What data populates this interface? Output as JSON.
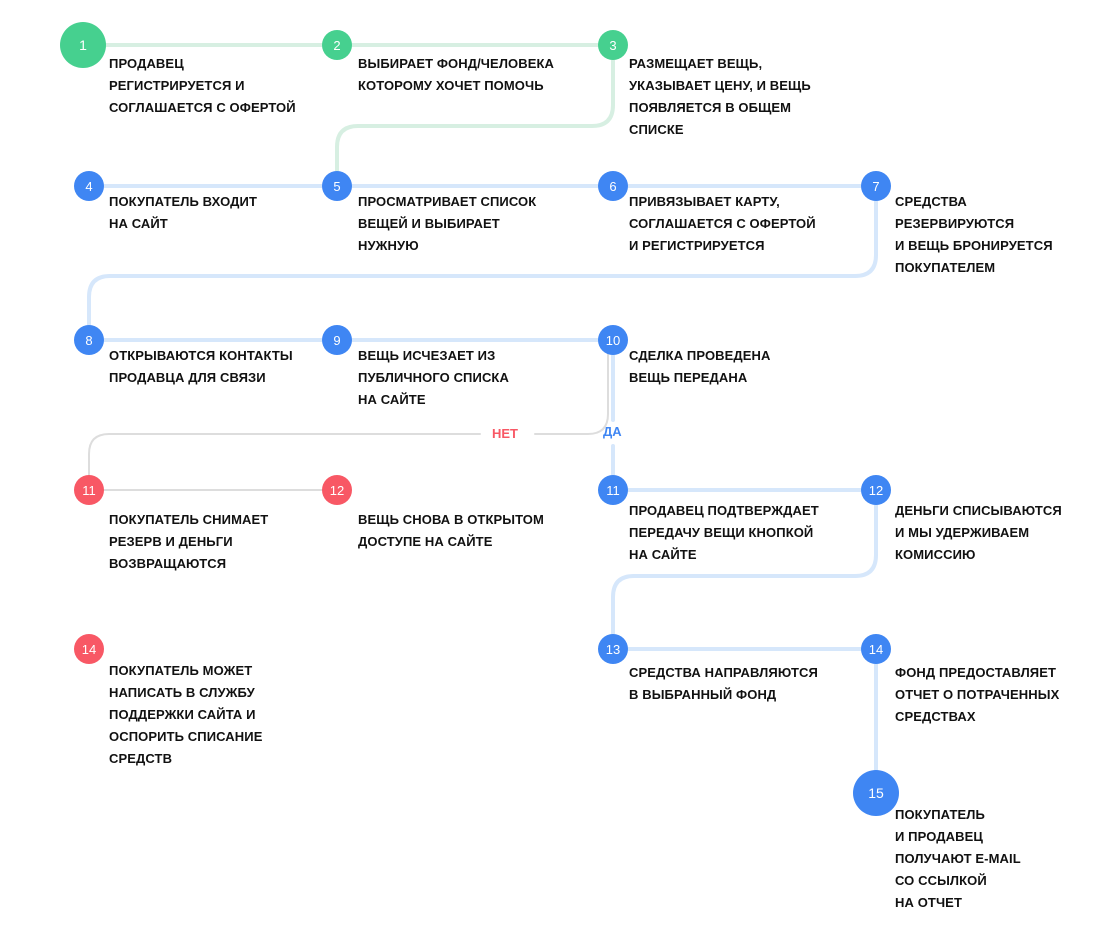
{
  "colors": {
    "green": "#46d08f",
    "blue": "#3f86f3",
    "red": "#f85865",
    "line_green": "#d7efe2",
    "line_blue": "#d6e7fb",
    "line_grey": "#dddddd"
  },
  "branches": {
    "no": "НЕТ",
    "yes": "ДА"
  },
  "steps": [
    {
      "id": "s1",
      "num": "1",
      "color": "green",
      "label": "ПРОДАВЕЦ\nРЕГИСТРИРУЕТСЯ И\nСОГЛАШАЕТСЯ С ОФЕРТОЙ"
    },
    {
      "id": "s2",
      "num": "2",
      "color": "green",
      "label": "ВЫБИРАЕТ ФОНД/ЧЕЛОВЕКА\nКОТОРОМУ ХОЧЕТ ПОМОЧЬ"
    },
    {
      "id": "s3",
      "num": "3",
      "color": "green",
      "label": "РАЗМЕЩАЕТ ВЕЩЬ,\nУКАЗЫВАЕТ ЦЕНУ, И ВЕЩЬ\nПОЯВЛЯЕТСЯ В ОБЩЕМ\nСПИСКЕ"
    },
    {
      "id": "s4",
      "num": "4",
      "color": "blue",
      "label": "ПОКУПАТЕЛЬ ВХОДИТ\nНА САЙТ"
    },
    {
      "id": "s5",
      "num": "5",
      "color": "blue",
      "label": "ПРОСМАТРИВАЕТ СПИСОК\nВЕЩЕЙ И ВЫБИРАЕТ\nНУЖНУЮ"
    },
    {
      "id": "s6",
      "num": "6",
      "color": "blue",
      "label": "ПРИВЯЗЫВАЕТ КАРТУ,\nСОГЛАШАЕТСЯ С ОФЕРТОЙ\nИ РЕГИСТРИРУЕТСЯ"
    },
    {
      "id": "s7",
      "num": "7",
      "color": "blue",
      "label": "СРЕДСТВА\nРЕЗЕРВИРУЮТСЯ\nИ ВЕЩЬ БРОНИРУЕТСЯ\nПОКУПАТЕЛЕМ"
    },
    {
      "id": "s8",
      "num": "8",
      "color": "blue",
      "label": "ОТКРЫВАЮТСЯ КОНТАКТЫ\nПРОДАВЦА ДЛЯ СВЯЗИ"
    },
    {
      "id": "s9",
      "num": "9",
      "color": "blue",
      "label": "ВЕЩЬ ИСЧЕЗАЕТ ИЗ\nПУБЛИЧНОГО СПИСКА\nНА САЙТЕ"
    },
    {
      "id": "s10",
      "num": "10",
      "color": "blue",
      "label": "СДЕЛКА ПРОВЕДЕНА\nВЕЩЬ ПЕРЕДАНА"
    },
    {
      "id": "s11n",
      "num": "11",
      "color": "red",
      "label": "ПОКУПАТЕЛЬ СНИМАЕТ\nРЕЗЕРВ И ДЕНЬГИ\nВОЗВРАЩАЮТСЯ"
    },
    {
      "id": "s12n",
      "num": "12",
      "color": "red",
      "label": "ВЕЩЬ СНОВА В ОТКРЫТОМ\nДОСТУПЕ НА САЙТЕ"
    },
    {
      "id": "s14n",
      "num": "14",
      "color": "red",
      "label": "ПОКУПАТЕЛЬ МОЖЕТ\nНАПИСАТЬ В СЛУЖБУ\nПОДДЕРЖКИ САЙТА И\nОСПОРИТЬ СПИСАНИЕ\nСРЕДСТВ"
    },
    {
      "id": "s11y",
      "num": "11",
      "color": "blue",
      "label": "ПРОДАВЕЦ ПОДТВЕРЖДАЕТ\nПЕРЕДАЧУ ВЕЩИ КНОПКОЙ\nНА САЙТЕ"
    },
    {
      "id": "s12y",
      "num": "12",
      "color": "blue",
      "label": "ДЕНЬГИ СПИСЫВАЮТСЯ\nИ МЫ УДЕРЖИВАЕМ\nКОМИССИЮ"
    },
    {
      "id": "s13",
      "num": "13",
      "color": "blue",
      "label": "СРЕДСТВА НАПРАВЛЯЮТСЯ\nВ ВЫБРАННЫЙ ФОНД"
    },
    {
      "id": "s14y",
      "num": "14",
      "color": "blue",
      "label": "ФОНД ПРЕДОСТАВЛЯЕТ\nОТЧЕТ О ПОТРАЧЕННЫХ\nСРЕДСТВАХ"
    },
    {
      "id": "s15",
      "num": "15",
      "color": "blue",
      "label": "ПОКУПАТЕЛЬ\nИ ПРОДАВЕЦ\nПОЛУЧАЮТ E-MAIL\nСО ССЫЛКОЙ\nНА ОТЧЕТ"
    }
  ]
}
